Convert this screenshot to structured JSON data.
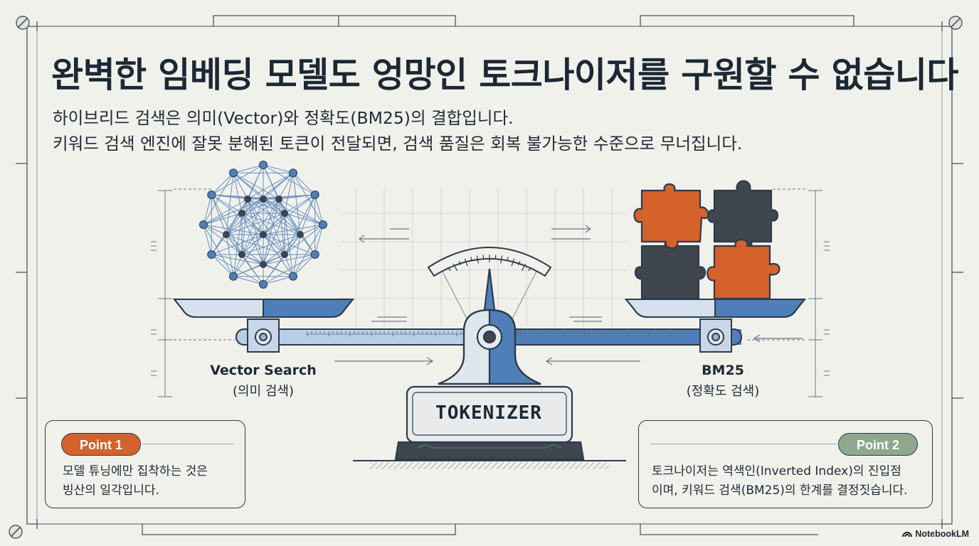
{
  "title": "완벽한 임베딩 모델도 엉망인 토크나이저를 구원할 수 없습니다",
  "subtitle_lines": [
    "하이브리드 검색은 의미(Vector)와 정확도(BM25)의 결합입니다.",
    "키워드 검색 엔진에 잘못 분해된 토큰이 전달되면, 검색 품질은 회복 불가능한 수준으로 무너집니다."
  ],
  "scale": {
    "base_label": "TOKENIZER",
    "left_pan": {
      "name": "Vector Search",
      "desc": "(의미 검색)",
      "icon": "neural-network-icon"
    },
    "right_pan": {
      "name": "BM25",
      "desc": "(정확도 검색)",
      "icon": "puzzle-pieces-icon"
    }
  },
  "cards": [
    {
      "badge": "Point 1",
      "lines": [
        "모델 튜닝에만 집착하는 것은",
        "빙산의 일각입니다."
      ]
    },
    {
      "badge": "Point 2",
      "lines": [
        "토크나이저는 역색인(Inverted Index)의 진입점",
        "이며, 키워드 검색(BM25)의 한계를 결정짓습니다."
      ]
    }
  ],
  "brand": "NotebookLM",
  "colors": {
    "background": "#f1f1ec",
    "ink": "#2d3b4b",
    "blue": "#4f7fb8",
    "orange": "#d5622a",
    "dark_gray": "#3f4650",
    "green": "#8ea88c"
  }
}
